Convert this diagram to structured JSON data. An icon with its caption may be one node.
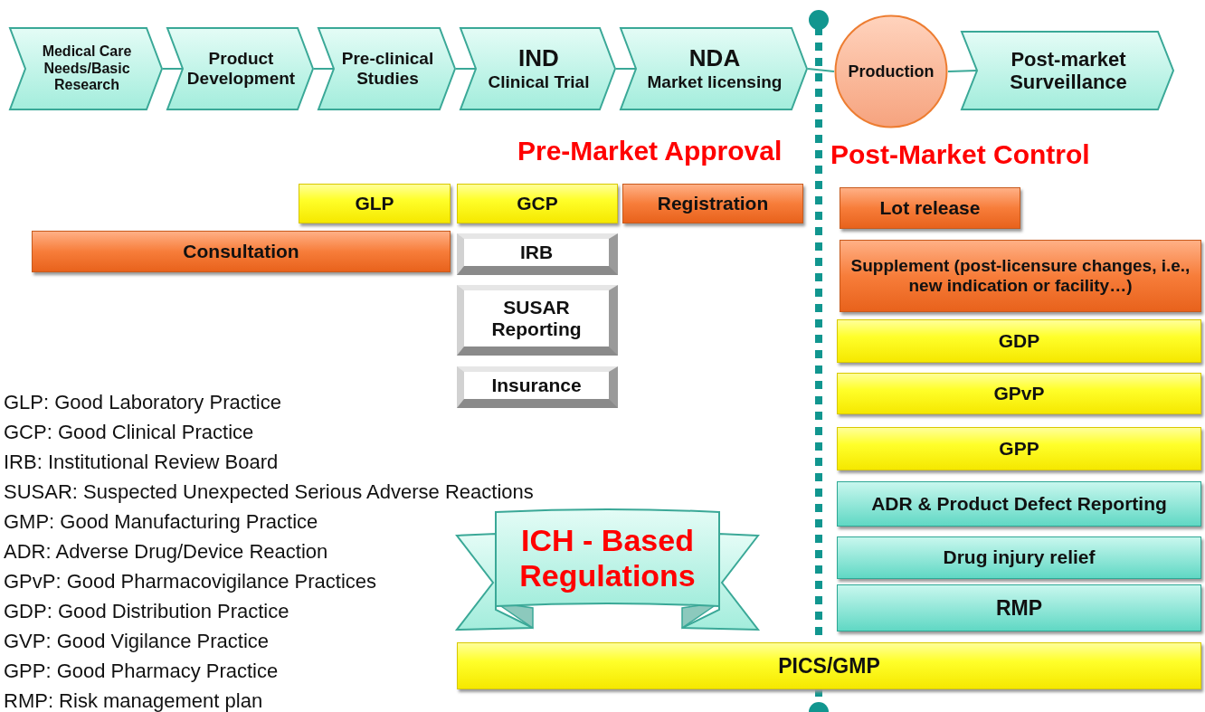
{
  "diagram": {
    "nodes": [
      {
        "text": [
          "Medical Care Needs/Basic Research"
        ]
      },
      {
        "text": [
          "Product Development"
        ]
      },
      {
        "text": [
          "Pre-clinical Studies"
        ]
      },
      {
        "text": [
          "IND",
          "Clinical Trial"
        ]
      },
      {
        "text": [
          "NDA",
          "Market licensing"
        ]
      },
      {
        "text": [
          "Production"
        ]
      },
      {
        "text": [
          "Post-market Surveillance"
        ]
      },
      {
        "text": [
          "GLP"
        ]
      },
      {
        "text": [
          "GCP"
        ]
      },
      {
        "text": [
          "Registration"
        ]
      },
      {
        "text": [
          "Lot release"
        ]
      },
      {
        "text": [
          "Consultation"
        ]
      },
      {
        "text": [
          "IRB"
        ]
      },
      {
        "text": [
          "Supplement (post-licensure changes, i.e., new indication or facility…)"
        ]
      },
      {
        "text": [
          "SUSAR Reporting"
        ]
      },
      {
        "text": [
          "GDP"
        ]
      },
      {
        "text": [
          "Insurance"
        ]
      },
      {
        "text": [
          "GPvP"
        ]
      },
      {
        "text": [
          "GPP"
        ]
      },
      {
        "text": [
          "ADR & Product Defect Reporting"
        ]
      },
      {
        "text": [
          "Drug injury relief"
        ]
      },
      {
        "text": [
          "RMP"
        ]
      },
      {
        "text": [
          "ICH - Based Regulations"
        ]
      },
      {
        "text": [
          "PICS/GMP"
        ]
      }
    ],
    "edges": [
      {
        "from": 0,
        "to": 1,
        "arrow": "none"
      },
      {
        "from": 1,
        "to": 2,
        "arrow": "none"
      },
      {
        "from": 2,
        "to": 3,
        "arrow": "none"
      },
      {
        "from": 3,
        "to": 4,
        "arrow": "none"
      },
      {
        "from": 4,
        "to": 5,
        "arrow": "none"
      },
      {
        "from": 5,
        "to": 6,
        "arrow": "none"
      }
    ],
    "labels": [
      "Pre-Market Approval",
      "Post-Market Control",
      "GLP: Good Laboratory Practice",
      "GCP: Good Clinical Practice",
      "IRB: Institutional Review Board",
      "SUSAR: Suspected Unexpected Serious Adverse Reactions",
      "GMP: Good Manufacturing Practice",
      "ADR: Adverse Drug/Device Reaction",
      "GPvP: Good Pharmacovigilance Practices",
      "GDP: Good Distribution Practice",
      "GVP: Good Vigilance Practice",
      "GPP: Good Pharmacy Practice",
      "RMP: Risk management plan"
    ]
  }
}
